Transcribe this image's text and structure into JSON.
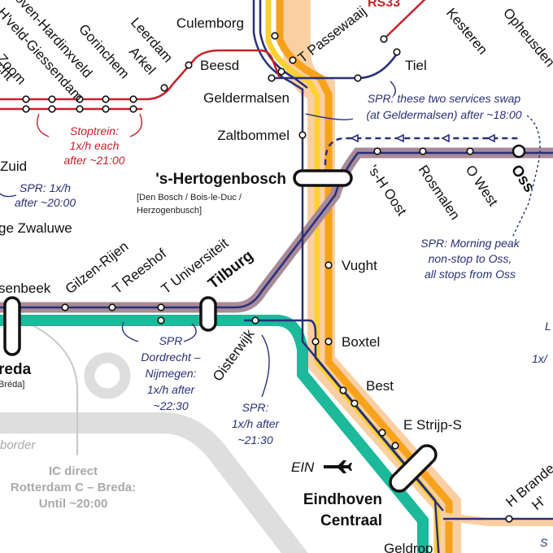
{
  "stations": {
    "culemborg": "Culemborg",
    "passewaaij": "T Passewaaij",
    "tiel": "Tiel",
    "kesteren": "Kesteren",
    "opheusden": "Opheusden",
    "rs33": "RS33",
    "beesd": "Beesd",
    "geldermalsen": "Geldermalsen",
    "leerdam": "Leerdam",
    "arkel": "Arkel",
    "gorinchem": "Gorinchem",
    "hardinxveld": "Boven-Hardinxveld",
    "giessendam": "H'veld-Giessendam",
    "zoom": "Sliedrecht Baanhoek / Nieuwe Zoom",
    "recht": "recht",
    "zaltbommel": "Zaltbommel",
    "hertogenbosch": "'s-Hertogenbosch",
    "hertogenbosch_alt1": "[Den Bosch / Bois-le-Duc /",
    "hertogenbosch_alt2": "Herzogenbusch]",
    "hs_oost": "'s-H Oost",
    "rosmalen": "Rosmalen",
    "o_west": "O West",
    "oss": "Oss",
    "vught": "Vught",
    "zuid": "Zuid",
    "lage_zwaluwe": "ge Zwaluwe",
    "prinsenbeek": "senbeek",
    "gilze": "Gilzen-Rijen",
    "reeshof": "T Reeshof",
    "universiteit": "T Universiteit",
    "tilburg": "Tilburg",
    "boxtel": "Boxtel",
    "oisterwijk": "Oisterwijk",
    "best": "Best",
    "strijp": "E Strijp-S",
    "breda": "reda",
    "breda_alt": "Bréda]",
    "ein": "EIN",
    "eindhoven1": "Eindhoven",
    "eindhoven2": "Centraal",
    "h_brande": "H Brande",
    "h_partial": "H'",
    "geldrop": "Geldrop"
  },
  "notes": {
    "stoptrein1": "Stoptrein:",
    "stoptrein2": "1x/h each",
    "stoptrein3": "after ~21:00",
    "swap1": "SPR: these two services swap",
    "swap2": "(at Geldermalsen) after ~18:00",
    "spr_zuid1": "SPR: 1x/h",
    "spr_zuid2": "after ~20:00",
    "oss1": "SPR: Morning peak",
    "oss2": "non-stop to Oss,",
    "oss3": "all stops from Oss",
    "ddn1": "SPR",
    "ddn2": "Dordrecht –",
    "ddn3": "Nijmegen:",
    "ddn4": "1x/h after",
    "ddn5": "~22:30",
    "boxtel1": "SPR:",
    "boxtel2": "1x/h after",
    "boxtel3": "~21:30",
    "ic1": "IC direct",
    "ic2": "Rotterdam C – Breda:",
    "ic3": "Until ~20:00",
    "border": "border",
    "right1": "L",
    "right2": "1x/",
    "right3": "S"
  },
  "colors": {
    "intercity_orange": "#f7a21b",
    "intercity_yellow": "#fcd130",
    "intercity_peach": "#fbcfa4",
    "sprinter_navy": "#27307a",
    "sprinter_mauve": "#a88a98",
    "teal": "#1cb99a",
    "local_red": "#cc1f2a",
    "border_grey": "#d9d9d9"
  }
}
